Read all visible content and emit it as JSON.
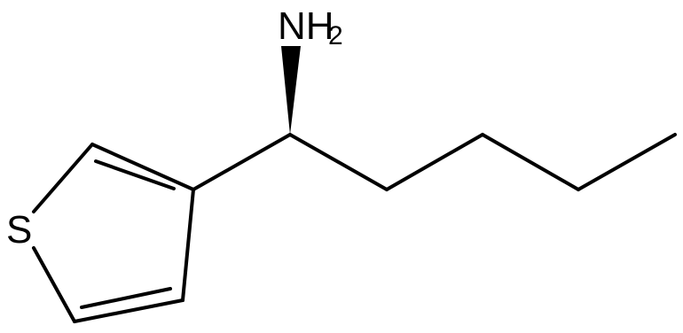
{
  "molecule": {
    "atoms": {
      "nitrogen_group": {
        "element": "NH",
        "subscript": "2"
      },
      "sulfur": {
        "element": "S"
      }
    },
    "colors": {
      "bond": "#000000",
      "label": "#000000",
      "background": "#ffffff"
    }
  }
}
